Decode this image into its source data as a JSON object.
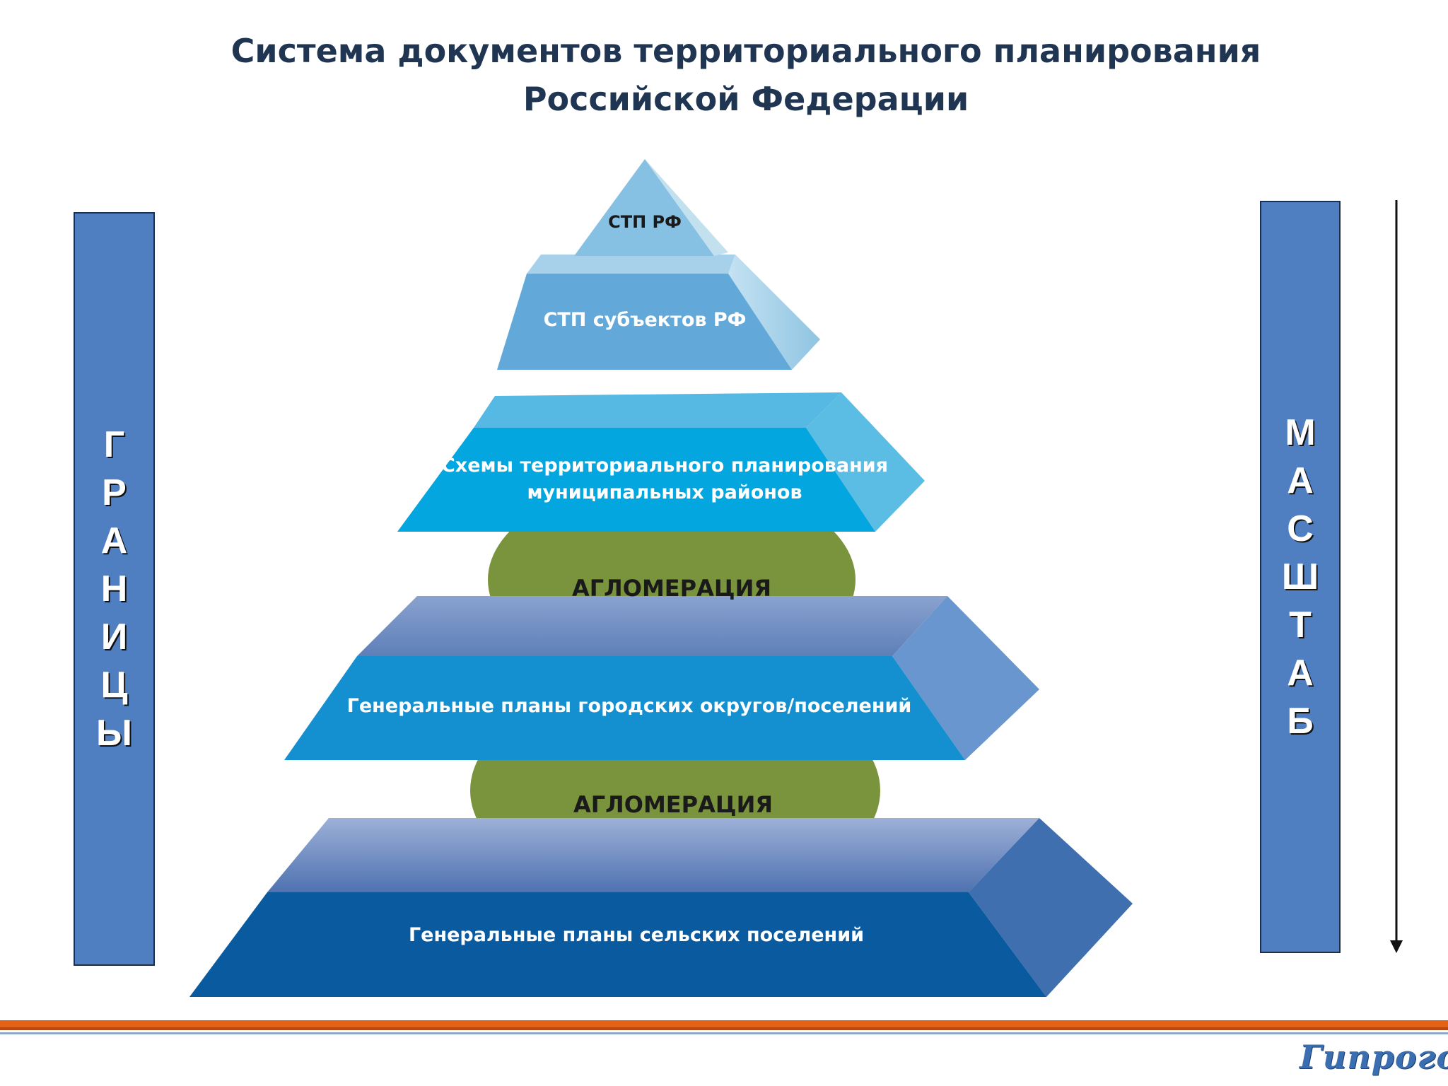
{
  "title": {
    "line1": "Система документов территориального планирования",
    "line2": "Российской Федерации"
  },
  "left_bar": {
    "letters": [
      "Г",
      "Р",
      "А",
      "Н",
      "И",
      "Ц",
      "Ы"
    ]
  },
  "right_bar": {
    "letters": [
      "М",
      "А",
      "С",
      "Ш",
      "Т",
      "А",
      "Б"
    ]
  },
  "pyramid": {
    "tier1": "СТП РФ",
    "tier2": "СТП  субъектов РФ",
    "tier3_line1": "Схемы территориального планирования",
    "tier3_line2": "муниципальных районов",
    "agglomeration_1": "АГЛОМЕРАЦИЯ",
    "tier4": "Генеральные планы городских округов/поселений",
    "agglomeration_2": "АГЛОМЕРАЦИЯ",
    "tier5": "Генеральные планы  сельских  поселений"
  },
  "colors": {
    "title": "#1f3552",
    "bars": "#4f7fc1",
    "agglomeration": "#7a943e",
    "footer_orange": "#e46215"
  },
  "logo": {
    "text": "Гипрогор"
  }
}
